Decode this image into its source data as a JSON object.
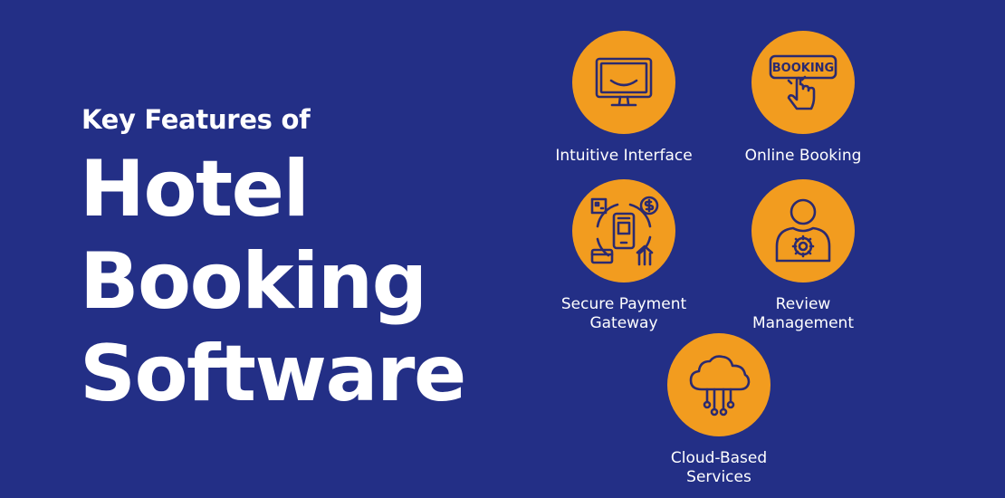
{
  "headline": {
    "subtitle": "Key Features of",
    "title_lines": [
      "Hotel",
      "Booking",
      "Software"
    ]
  },
  "features": [
    {
      "label": "Intuitive Interface",
      "icon": "monitor-icon"
    },
    {
      "label": "Online Booking",
      "icon": "booking-button-icon"
    },
    {
      "label": "Secure Payment\nGateway",
      "icon": "mobile-payment-icon"
    },
    {
      "label": "Review\nManagement",
      "icon": "user-gear-icon"
    },
    {
      "label": "Cloud-Based\nServices",
      "icon": "cloud-network-icon"
    }
  ],
  "booking_icon_text": "BOOKING",
  "colors": {
    "background": "#232f86",
    "circle": "#f29c1f",
    "icon_stroke": "#2b2a70",
    "text": "#ffffff"
  }
}
